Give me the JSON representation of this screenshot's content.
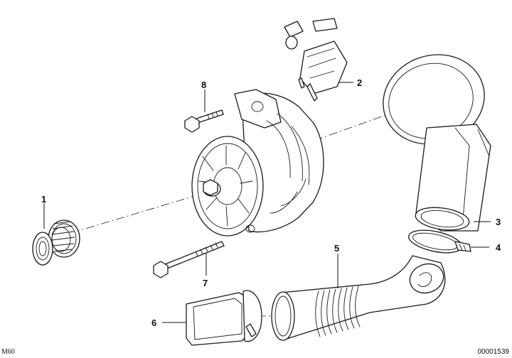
{
  "callouts": [
    {
      "id": "callout-1",
      "text": "1"
    },
    {
      "id": "callout-2",
      "text": "2"
    },
    {
      "id": "callout-3",
      "text": "3"
    },
    {
      "id": "callout-4",
      "text": "4"
    },
    {
      "id": "callout-5",
      "text": "5"
    },
    {
      "id": "callout-6",
      "text": "6"
    },
    {
      "id": "callout-7",
      "text": "7"
    },
    {
      "id": "callout-8",
      "text": "8"
    }
  ],
  "footer": {
    "model_code": "M60",
    "image_number": "00001539"
  }
}
